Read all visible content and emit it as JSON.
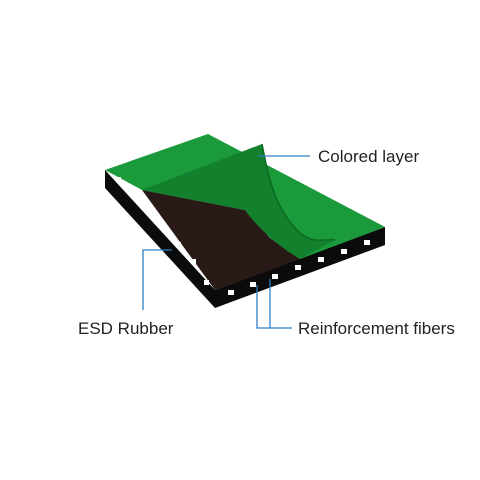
{
  "labels": {
    "colored_layer": "Colored layer",
    "esd_rubber": "ESD Rubber",
    "reinforcement_fibers": "Reinforcement fibers"
  },
  "colors": {
    "green_top": "#1a9a3a",
    "green_edge": "#13802e",
    "rubber": "#2a1a17",
    "black_edge": "#0b0b0b",
    "fiber_marks": "#ffffff",
    "callout_line": "#2e7fc4",
    "text": "#222222"
  }
}
